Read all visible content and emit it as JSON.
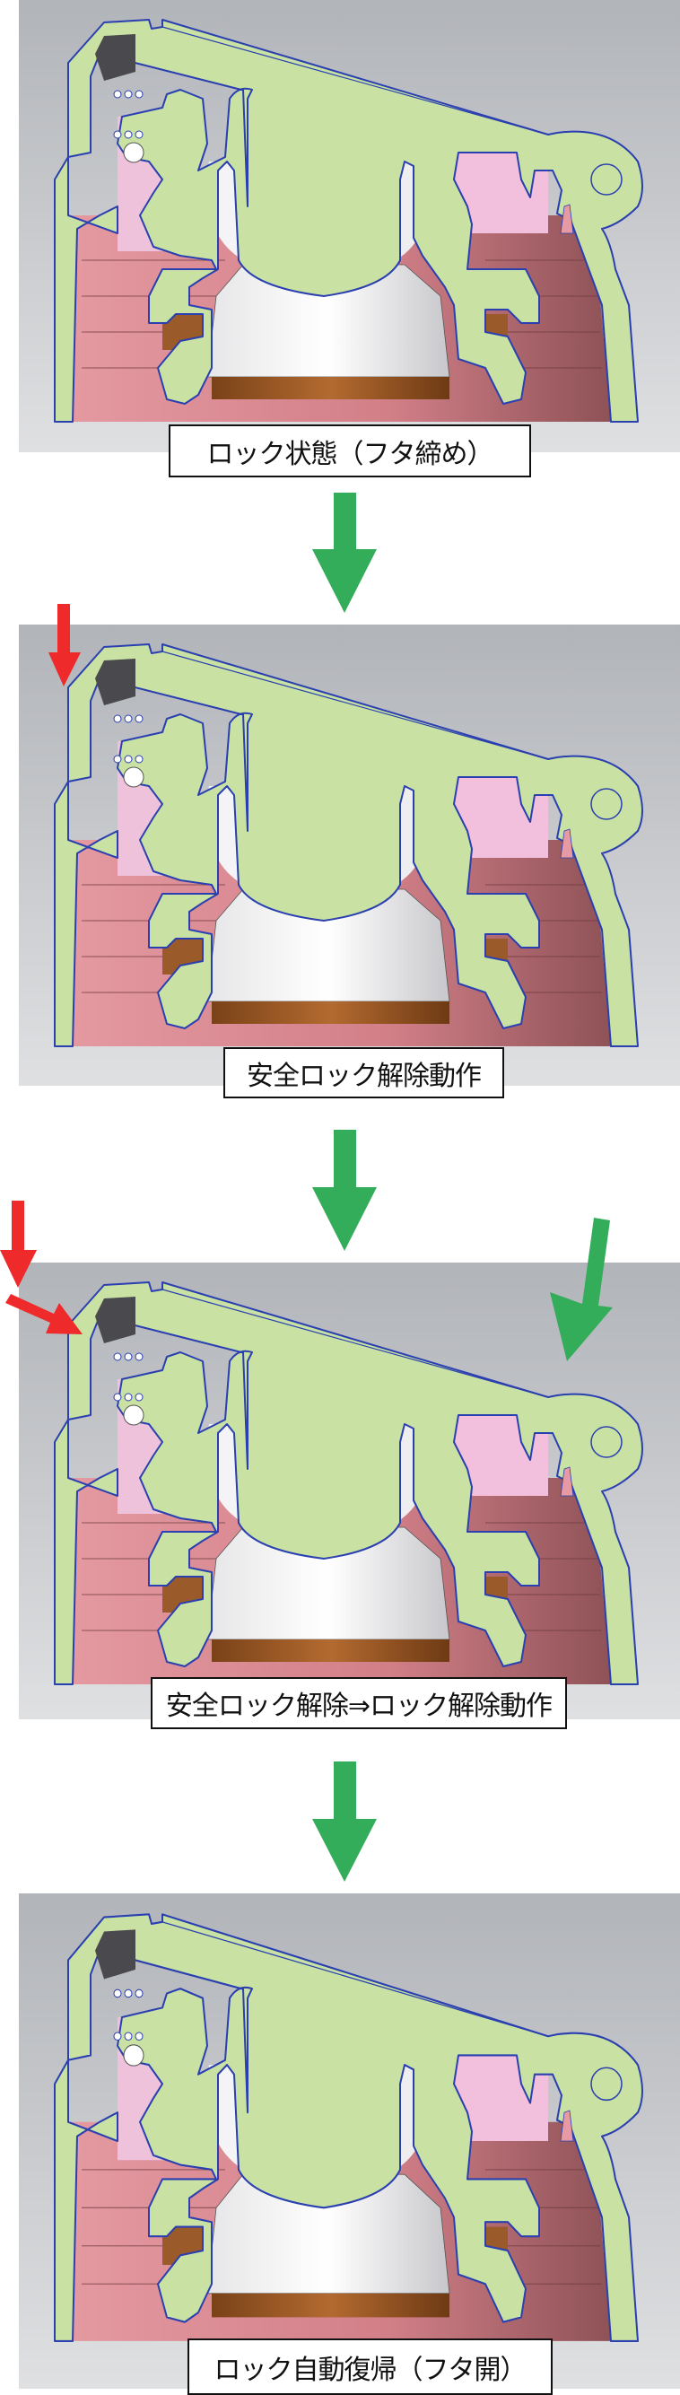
{
  "steps": [
    {
      "caption": "ロック状態（フタ締め）"
    },
    {
      "caption": "安全ロック解除動作"
    },
    {
      "caption": "安全ロック解除⇒ロック解除動作"
    },
    {
      "caption": "ロック自動復帰（フタ開）"
    }
  ],
  "colors": {
    "body_green": "#c9e2a3",
    "outline_blue": "#2a3fb0",
    "thread_pink": "#d9848c",
    "thread_dark": "#9c5a60",
    "inner_pink": "#f2c0dc",
    "brown": "#9a5a2a",
    "flow_arrow_green": "#33ad5a",
    "press_arrow_red": "#ee2a2a",
    "background_gray_top": "#b1b4b9",
    "background_gray_bottom": "#dfe0e2"
  },
  "icons": {
    "flow_arrow": "down-arrow-icon",
    "press_arrow": "press-arrow-icon"
  }
}
